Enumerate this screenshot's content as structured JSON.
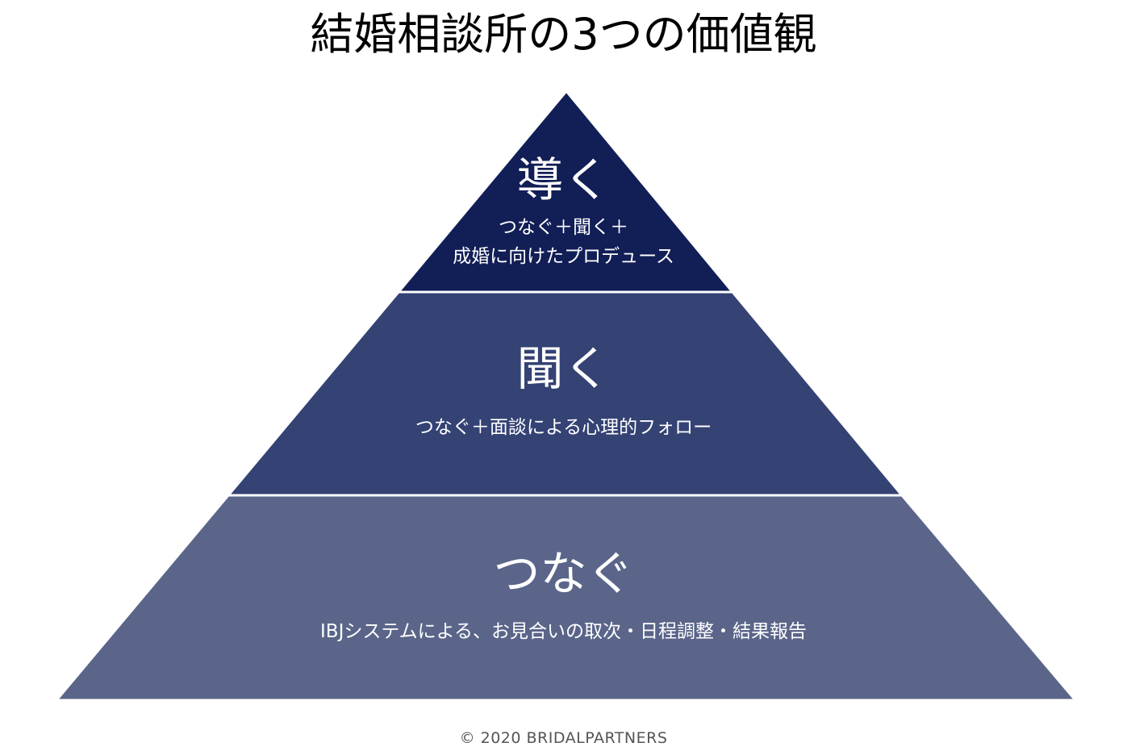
{
  "title": "結婚相談所の3つの価値観",
  "pyramid": {
    "tiers": [
      {
        "heading": "導く",
        "description_lines": [
          "つなぐ＋聞く＋",
          "成婚に向けたプロデュース"
        ],
        "color": "#121e56"
      },
      {
        "heading": "聞く",
        "description_lines": [
          "つなぐ＋面談による心理的フォロー"
        ],
        "color": "#344274"
      },
      {
        "heading": "つなぐ",
        "description_lines": [
          "IBJシステムによる、お見合いの取次・日程調整・結果報告"
        ],
        "color": "#5a6589"
      }
    ]
  },
  "footer": {
    "copyright": "© 2020 BRIDALPARTNERS"
  }
}
